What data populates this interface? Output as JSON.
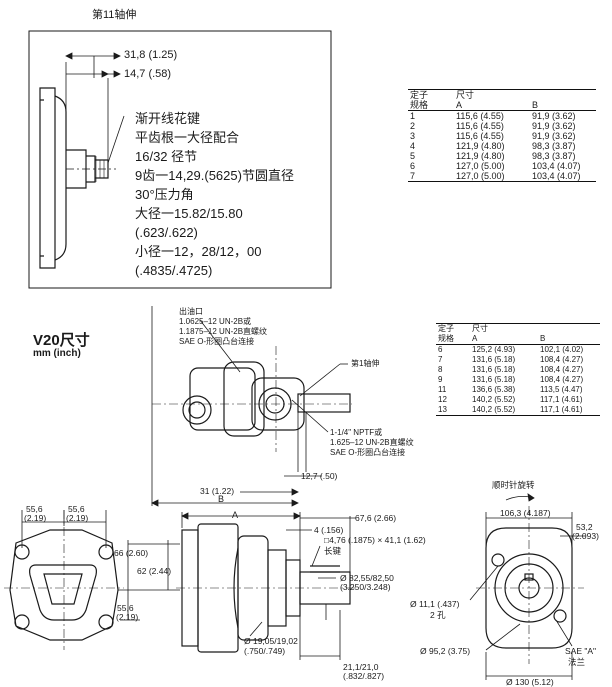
{
  "shaft_view": {
    "title": "第11轴伸",
    "dim1": "31,8 (1.25)",
    "dim2": "14,7 (.58)",
    "spec_lines": [
      "渐开线花键",
      "平齿根一大径配合",
      "16/32 径节",
      "9齿一14,29.(5625)节圆直径",
      "30°压力角",
      "大径一15.82/15.80",
      "(.623/.622)",
      "小径一12，28/12，00",
      "(.4835/.4725)"
    ]
  },
  "table1": {
    "header_left_1": "定子",
    "header_left_2": "规格",
    "header_size": "尺寸",
    "col_a": "A",
    "col_b": "B",
    "rows": [
      [
        "1",
        "115,6 (4.55)",
        "91,9 (3.62)"
      ],
      [
        "2",
        "115,6 (4.55)",
        "91,9 (3.62)"
      ],
      [
        "3",
        "115,6 (4.55)",
        "91,9 (3.62)"
      ],
      [
        "4",
        "121,9 (4.80)",
        "98,3 (3.87)"
      ],
      [
        "5",
        "121,9 (4.80)",
        "98,3 (3.87)"
      ],
      [
        "6",
        "127,0 (5.00)",
        "103,4 (4.07)"
      ],
      [
        "7",
        "127,0 (5.00)",
        "103,4 (4.07)"
      ]
    ]
  },
  "table2": {
    "header_left_1": "定子",
    "header_left_2": "规格",
    "header_size": "尺寸",
    "col_a": "A",
    "col_b": "B",
    "rows": [
      [
        "6",
        "125,2 (4.93)",
        "102,1 (4.02)"
      ],
      [
        "7",
        "131,6 (5.18)",
        "108,4 (4.27)"
      ],
      [
        "8",
        "131,6 (5.18)",
        "108,4 (4.27)"
      ],
      [
        "9",
        "131,6 (5.18)",
        "108,4 (4.27)"
      ],
      [
        "11",
        "136,6 (5.38)",
        "113,5 (4.47)"
      ],
      [
        "12",
        "140,2 (5.52)",
        "117,1 (4.61)"
      ],
      [
        "13",
        "140,2 (5.52)",
        "117,1 (4.61)"
      ]
    ]
  },
  "pump": {
    "title": "V20尺寸",
    "unit": "mm (inch)",
    "outlet_lines": [
      "出油口",
      "1.0625–12 UN-2B或",
      "1.1875–12 UN-2B直螺纹",
      "SAE O-形圈凸台连接"
    ],
    "shaft_label": "第1轴伸",
    "inlet_lines": [
      "1-1/4\" NPTF或",
      "1.625–12 UN-2B直螺纹",
      "SAE O-形圈凸台连接"
    ],
    "dim_12_7": "12,7 (.50)",
    "dim_31": "31 (1.22)",
    "label_B": "B",
    "label_A": "A",
    "rotation": "顺时针旋转",
    "left_dims": {
      "w1": "55,6",
      "w1_in": "(2.19)",
      "w2": "55,6",
      "w2_in": "(2.19)",
      "h1": "66 (2.60)",
      "h2": "62 (2.44)",
      "h3": "55,6",
      "h3_in": "(2.19)"
    },
    "side_dims": {
      "d67": "67,6 (2.66)",
      "d4": "4 (.156)",
      "key_1": "□4,76 (.1875) × 41,1 (1.62)",
      "key_2": "长键",
      "pilot_1": "Ø 82,55/82,50",
      "pilot_2": "(3.250/3.248)",
      "shaft_1": "Ø 19,05/19,02",
      "shaft_2": "(.750/.749)",
      "len_1": "21,1/21,0",
      "len_2": "(.832/.827)"
    },
    "right_dims": {
      "d106": "106,3 (4.187)",
      "d53_1": "53,2",
      "d53_2": "(2.093)",
      "hole_1": "Ø 11,1 (.437)",
      "hole_2": "2 孔",
      "bolt": "Ø 95,2 (3.75)",
      "sae_1": "SAE \"A\"",
      "sae_2": "法兰",
      "d130": "Ø 130 (5.12)"
    }
  }
}
